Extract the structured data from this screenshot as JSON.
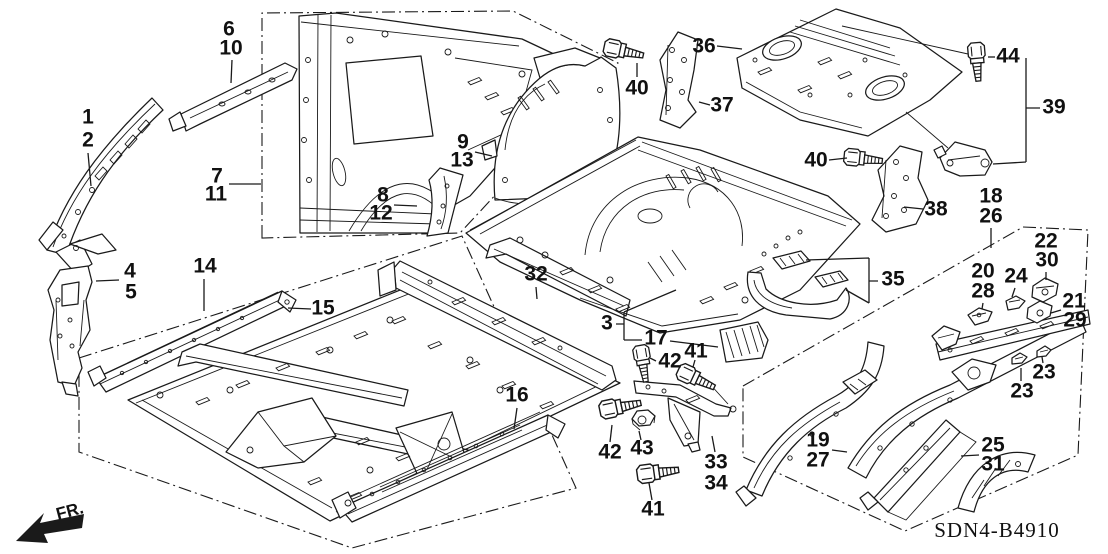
{
  "diagram": {
    "code": "SDN4-B4910",
    "direction_label": "FR."
  },
  "callouts": {
    "c1": "1",
    "c2": "2",
    "c4": "4",
    "c5": "5",
    "c6": "6",
    "c10": "10",
    "c7": "7",
    "c11": "11",
    "c8": "8",
    "c12": "12",
    "c9": "9",
    "c13": "13",
    "c14": "14",
    "c15": "15",
    "c16": "16",
    "c17": "17",
    "c3": "3",
    "c32": "32",
    "c35": "35",
    "c36": "36",
    "c37": "37",
    "c38": "38",
    "c39": "39",
    "c40a": "40",
    "c40b": "40",
    "c41a": "41",
    "c41b": "41",
    "c42a": "42",
    "c42b": "42",
    "c43": "43",
    "c44": "44",
    "c18": "18",
    "c26": "26",
    "c20": "20",
    "c28": "28",
    "c24": "24",
    "c22": "22",
    "c30": "30",
    "c21": "21",
    "c29": "29",
    "c23a": "23",
    "c23b": "23",
    "c19": "19",
    "c27": "27",
    "c25": "25",
    "c31": "31",
    "c33": "33",
    "c34": "34"
  }
}
